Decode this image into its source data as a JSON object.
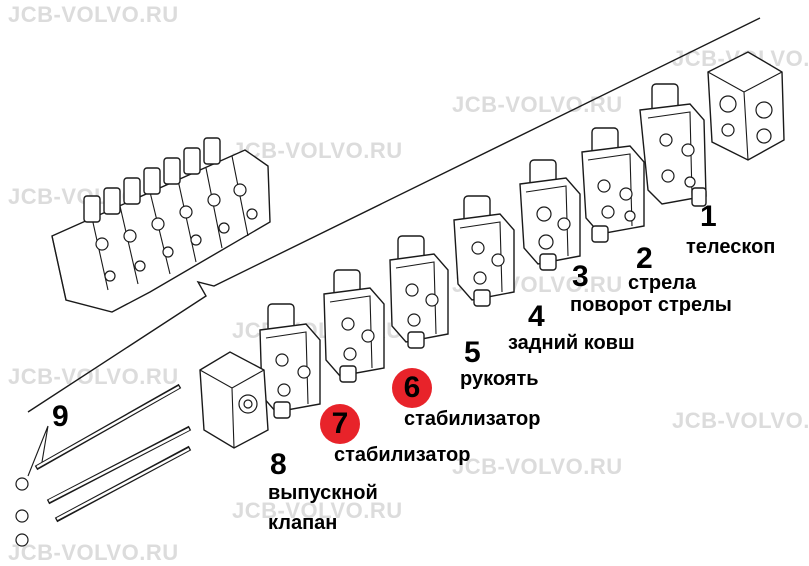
{
  "watermark": "JCB-VOLVO.RU",
  "parts": [
    {
      "number": "1",
      "label": "телескоп"
    },
    {
      "number": "2",
      "label": "стрела"
    },
    {
      "number": "3",
      "label": "поворот стрелы"
    },
    {
      "number": "4",
      "label": "задний ковш"
    },
    {
      "number": "5",
      "label": "рукоять"
    },
    {
      "number": "6",
      "label": "стабилизатор"
    },
    {
      "number": "7",
      "label": "стабилизатор"
    },
    {
      "number": "8",
      "label_line1": "выпускной",
      "label_line2": "клапан"
    },
    {
      "number": "9"
    }
  ],
  "colors": {
    "highlight": "#e8232a",
    "line": "#1a1a1a",
    "watermark": "#dcdcdc"
  }
}
